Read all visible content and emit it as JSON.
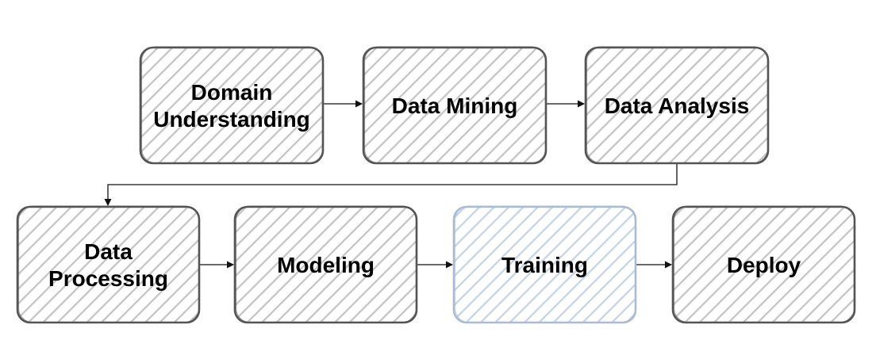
{
  "diagram": {
    "nodes": [
      {
        "id": "domain",
        "lines": [
          "Domain",
          "Understanding"
        ],
        "highlighted": false
      },
      {
        "id": "mining",
        "lines": [
          "Data Mining"
        ],
        "highlighted": false
      },
      {
        "id": "analysis",
        "lines": [
          "Data Analysis"
        ],
        "highlighted": false
      },
      {
        "id": "processing",
        "lines": [
          "Data",
          "Processing"
        ],
        "highlighted": false
      },
      {
        "id": "modeling",
        "lines": [
          "Modeling"
        ],
        "highlighted": false
      },
      {
        "id": "training",
        "lines": [
          "Training"
        ],
        "highlighted": true
      },
      {
        "id": "deploy",
        "lines": [
          "Deploy"
        ],
        "highlighted": false
      }
    ],
    "edges": [
      {
        "from": "domain",
        "to": "mining"
      },
      {
        "from": "mining",
        "to": "analysis"
      },
      {
        "from": "analysis",
        "to": "processing"
      },
      {
        "from": "processing",
        "to": "modeling"
      },
      {
        "from": "modeling",
        "to": "training"
      },
      {
        "from": "training",
        "to": "deploy"
      }
    ],
    "colors": {
      "box_stroke": "#555555",
      "box_hatch": "#c4c4c4",
      "highlight_stroke": "#a8bcd6",
      "highlight_hatch": "#c5d3e6",
      "edge": "#111111",
      "text": "#000000"
    }
  }
}
